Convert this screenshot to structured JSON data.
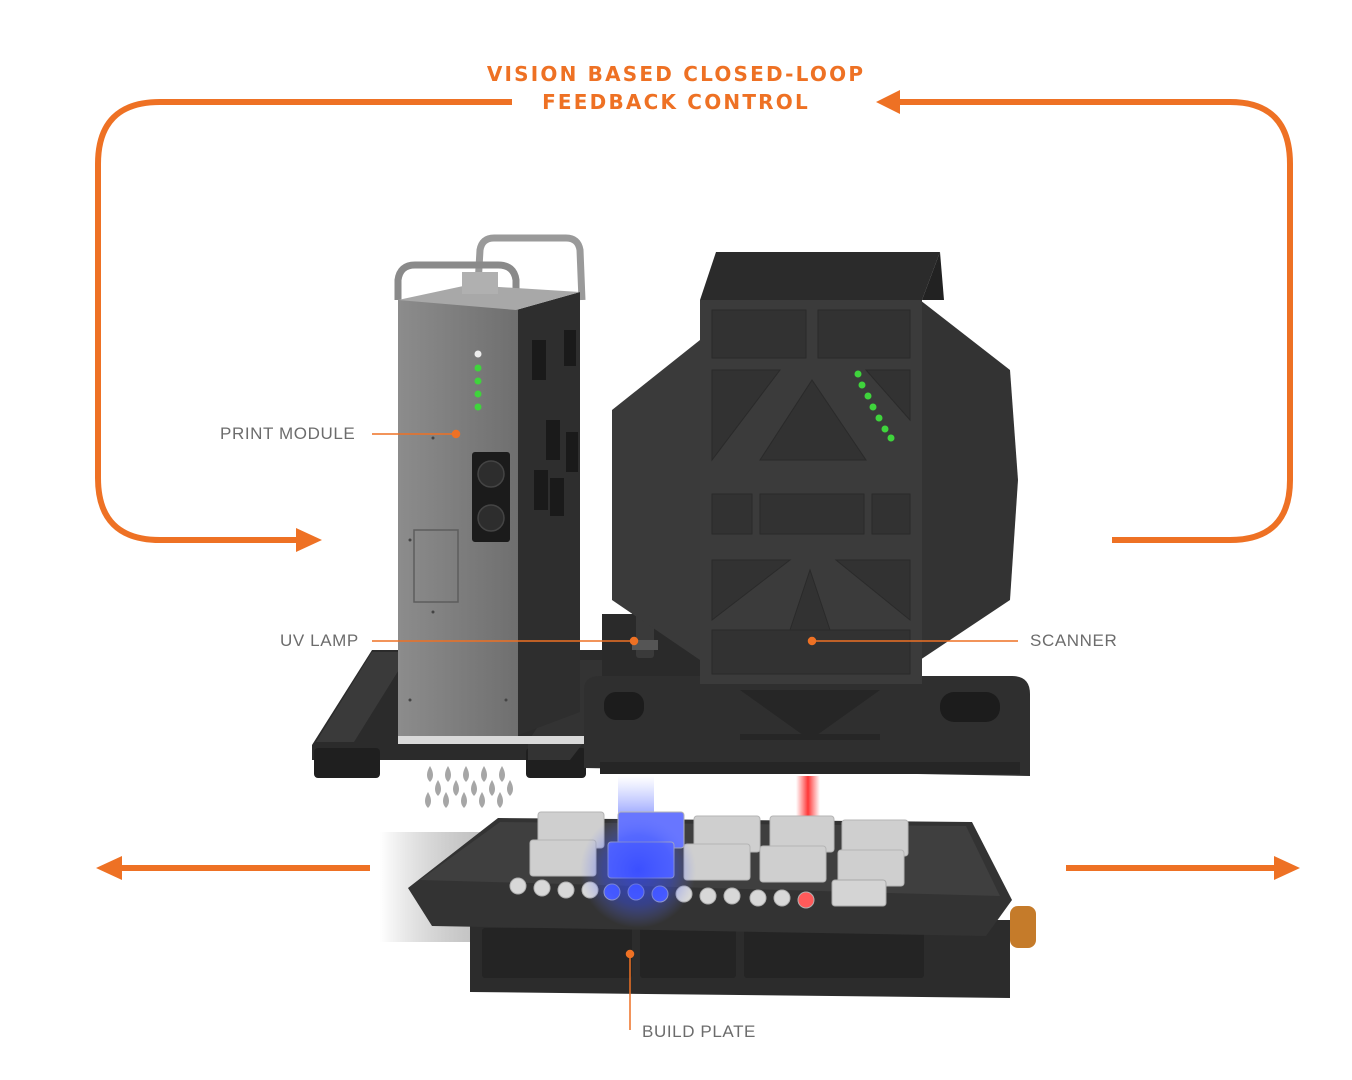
{
  "title": {
    "line1": "VISION BASED CLOSED-LOOP",
    "line2": "FEEDBACK CONTROL"
  },
  "labels": {
    "print_module": "PRINT MODULE",
    "uv_lamp": "UV LAMP",
    "scanner": "SCANNER",
    "build_plate": "BUILD PLATE"
  },
  "colors": {
    "accent": "#ee7124",
    "label_text": "#6c6c6c",
    "status_led": "#3fd43c",
    "uv_light": "#2f45ff",
    "laser": "#ff2a2a"
  },
  "icons": {
    "feedback_loop": "loop-arrow-icon",
    "motion_left": "arrow-left-icon",
    "motion_right": "arrow-right-icon"
  }
}
